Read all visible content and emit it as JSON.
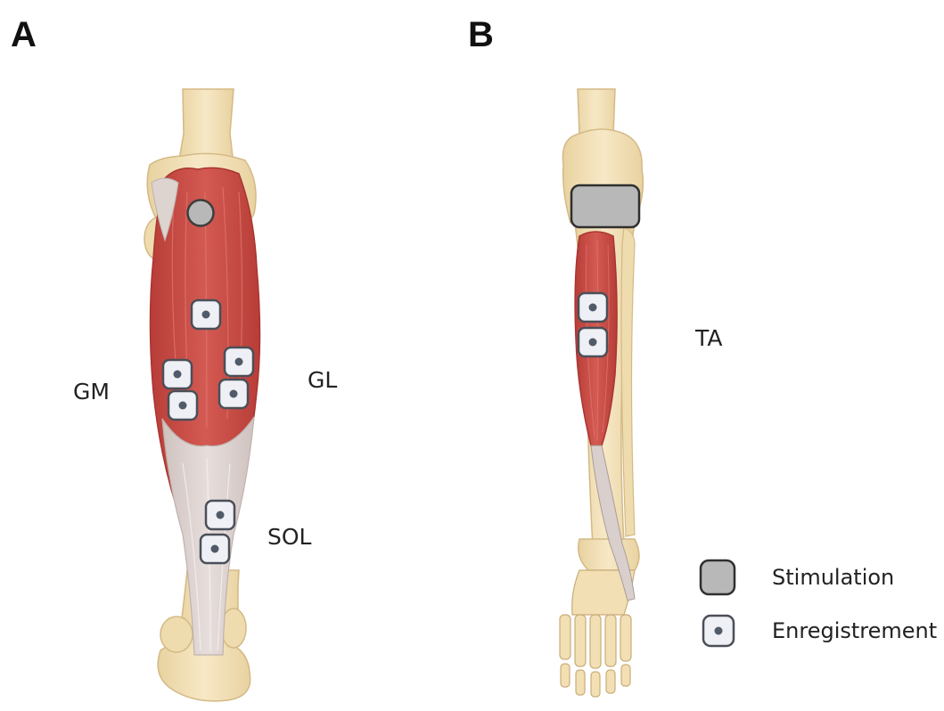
{
  "panels": {
    "a": {
      "letter": "A"
    },
    "b": {
      "letter": "B"
    }
  },
  "muscles": {
    "gm": "GM",
    "gl": "GL",
    "sol": "SOL",
    "ta": "TA"
  },
  "legend": {
    "stimulation": "Stimulation",
    "recording": "Enregistrement"
  },
  "colors": {
    "bone": "#f2dfb4",
    "bone_outline": "#c9ad78",
    "muscle": "#c94b45",
    "muscle_dark": "#a83531",
    "tendon": "#d9cfcc",
    "electrode_fill": "#eef0f5",
    "electrode_dot": "#505a68",
    "stimulation_fill": "#b8b8b8"
  }
}
